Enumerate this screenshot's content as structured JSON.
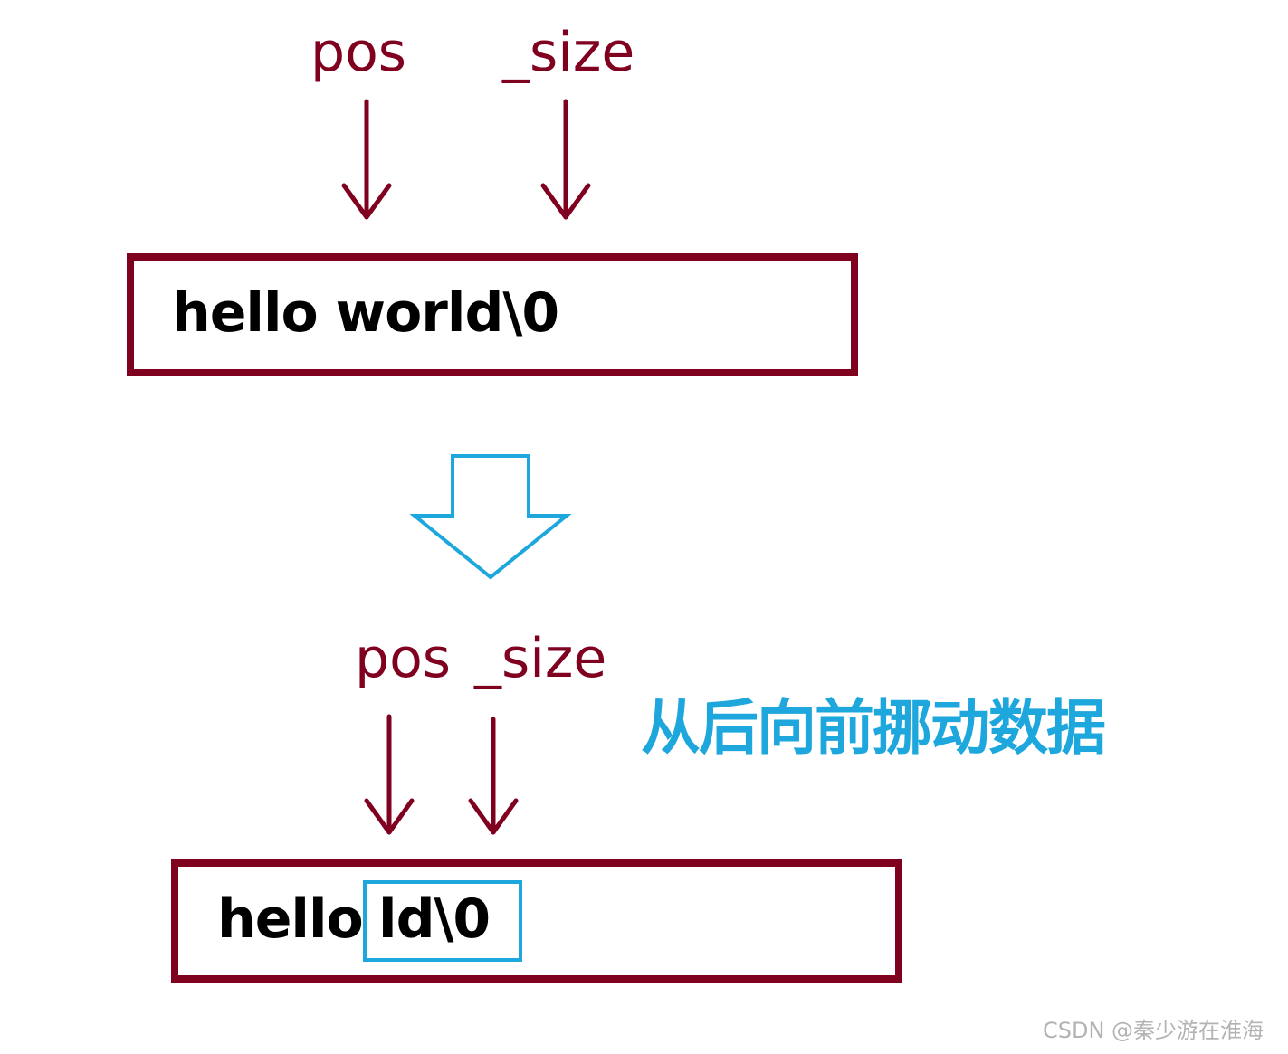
{
  "before": {
    "pos_label": "pos",
    "size_label": "_size",
    "string_text": "hello world\\0"
  },
  "after": {
    "pos_label": "pos",
    "size_label": "_size",
    "prefix_text": "hello",
    "moved_text": "ld\\0"
  },
  "annotation": "从后向前挪动数据",
  "watermark": "CSDN @秦少游在淮海",
  "colors": {
    "label": "#800020",
    "box_border": "#800020",
    "highlight": "#1ea7dd",
    "annotation": "#1ea7dd",
    "watermark": "#b3b3b3"
  },
  "icons": {
    "transition_arrow": "hollow-down-arrow-icon",
    "pointer_arrow": "down-arrow-icon"
  }
}
